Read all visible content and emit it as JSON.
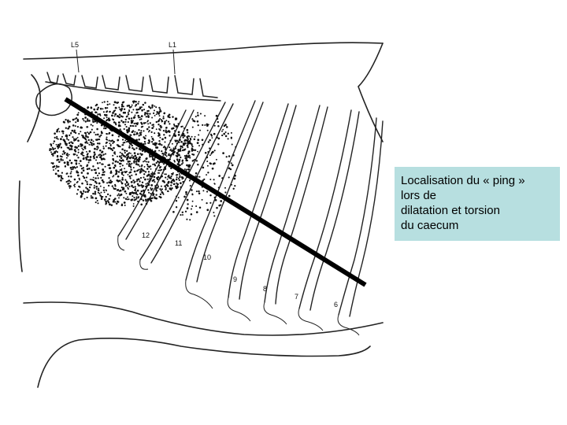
{
  "diagram": {
    "vertebra_labels": [
      "L5",
      "L1"
    ],
    "rib_labels": [
      "12",
      "11",
      "10",
      "9",
      "8",
      "7",
      "6"
    ]
  },
  "caption": {
    "lines": [
      "Localisation du « ping »",
      "lors de",
      "dilatation et torsion",
      "du caecum"
    ]
  },
  "colors": {
    "caption_background": "#b7dfe0",
    "line": "#000000",
    "drawing": "#222222"
  }
}
